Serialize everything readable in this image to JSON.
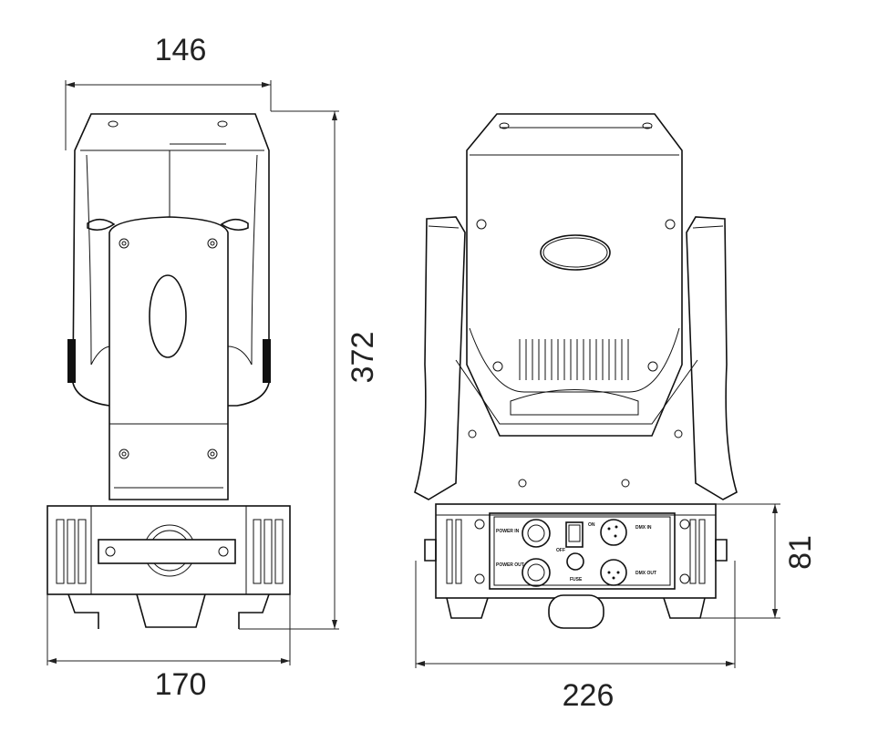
{
  "title": "Moving head fixture dimension drawing",
  "dimensions": {
    "front_width": "146",
    "height": "372",
    "base_width_side": "170",
    "base_width_front": "226",
    "base_height": "81"
  },
  "rear_panel_labels": {
    "power_in": "POWER IN",
    "power_out": "POWER OUT",
    "switch_on": "ON",
    "switch_off": "OFF",
    "fuse": "FUSE",
    "dmx_in": "DMX IN",
    "dmx_out": "DMX OUT"
  },
  "colors": {
    "line": "#111111",
    "background": "#ffffff"
  }
}
